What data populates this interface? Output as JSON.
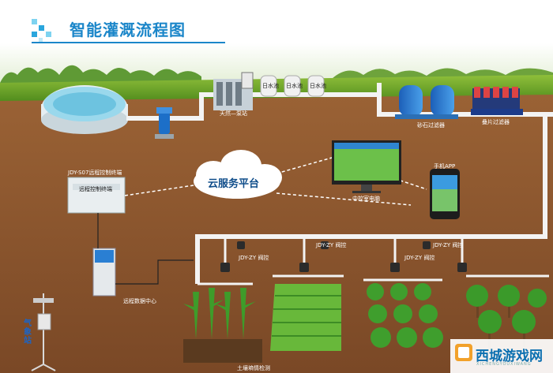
{
  "title": "智能灌溉流程图",
  "cloud_label": "云服务平台",
  "labels": {
    "pump_label": "天然—泵站",
    "tank1": "日水池",
    "tank2": "日水池",
    "tank3": "日水池",
    "filter1": "砂石过滤器",
    "filter2": "叠片过滤器",
    "controller_title": "JDY-S07远程控制终端",
    "controller_box": "远程控制终端",
    "monitor_caption": "中控室电脑",
    "phone_top": "手机APP",
    "kiosk_label": "远程数据中心",
    "weather_label": "气象站",
    "valve1": "JDY-ZY 阀控",
    "valve2": "JDY-ZY 阀控",
    "valve3": "JDY-ZY 阀控",
    "valve4": "JDY-ZY 阀控",
    "sensor_label": "土壤墒情检测"
  },
  "watermark": {
    "text": "西城游戏网",
    "sub": "XICHENGYOUXIWANG"
  },
  "colors": {
    "title": "#1b86c9",
    "soil": "#8a5630",
    "sky": "#e8f4d8",
    "pipe": "#f2f2f2",
    "accent": "#1b86c9"
  }
}
